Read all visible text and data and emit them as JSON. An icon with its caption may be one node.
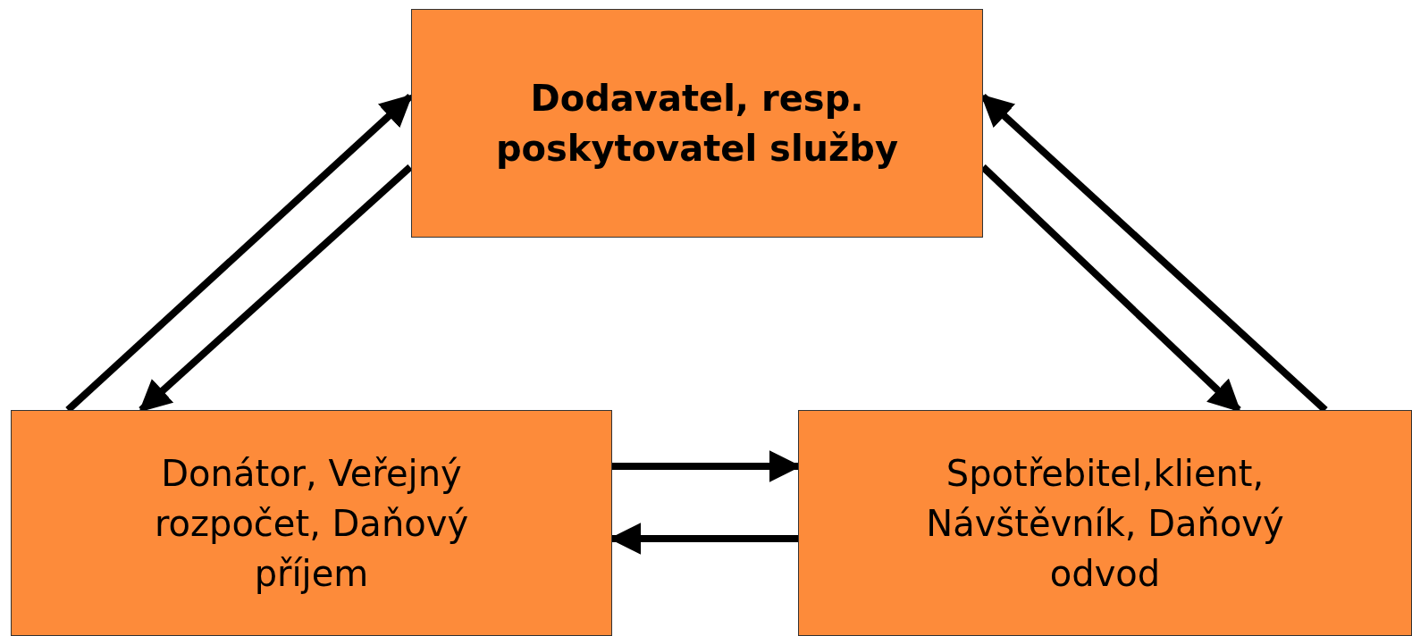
{
  "diagram": {
    "nodes": [
      {
        "text": [
          "Dodavatel, resp. poskytovatel služby"
        ]
      },
      {
        "text": [
          "Donátor, Veřejný rozpočet, Daňový příjem"
        ]
      },
      {
        "text": [
          "Spotřebitel,klient, Návštěvník, Daňový odvod"
        ]
      }
    ],
    "edges": [
      {
        "from": 1,
        "to": 0,
        "arrow": "to"
      },
      {
        "from": 0,
        "to": 1,
        "arrow": "to"
      },
      {
        "from": 0,
        "to": 2,
        "arrow": "to"
      },
      {
        "from": 2,
        "to": 0,
        "arrow": "to"
      },
      {
        "from": 1,
        "to": 2,
        "arrow": "to"
      },
      {
        "from": 2,
        "to": 1,
        "arrow": "to"
      }
    ]
  }
}
